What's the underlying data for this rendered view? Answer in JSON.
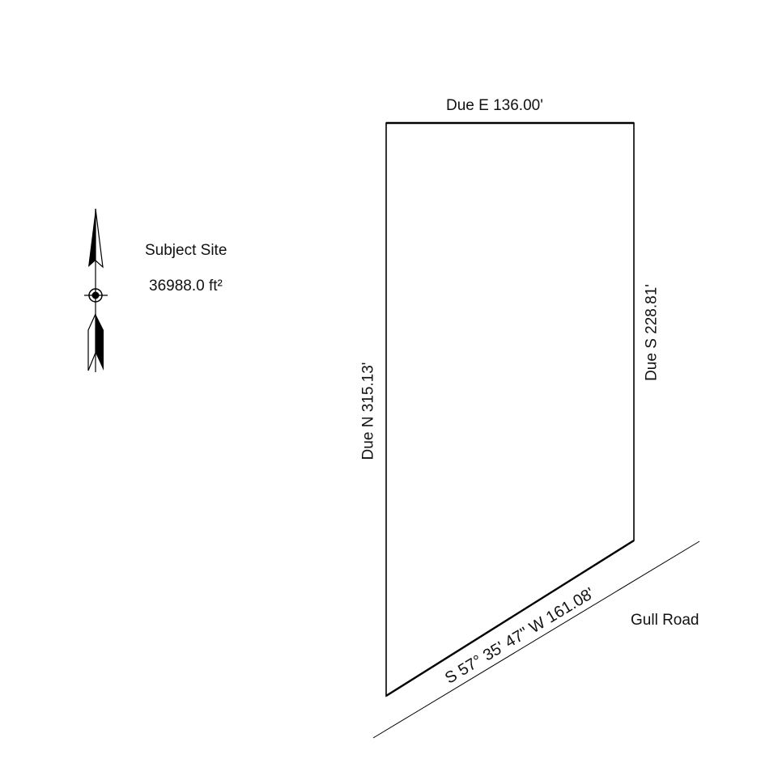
{
  "site": {
    "title": "Subject Site",
    "area": "36988.0 ft²"
  },
  "boundaries": {
    "north": "Due E  136.00'",
    "east": "Due S  228.81'",
    "west": "Due N  315.13'",
    "south": "S 57° 35' 47\" W  161.08'"
  },
  "road": {
    "name": "Gull Road"
  },
  "compass": {
    "icon": "north-arrow-icon"
  },
  "colors": {
    "line": "#000000",
    "background": "#ffffff"
  }
}
